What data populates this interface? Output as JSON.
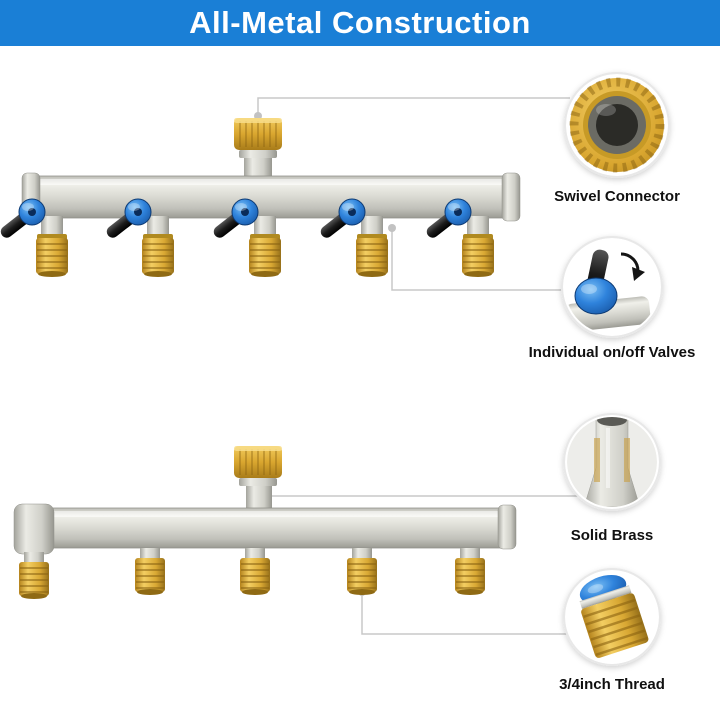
{
  "banner": {
    "title": "All-Metal Construction"
  },
  "theme": {
    "banner_blue": "#1a7fd6",
    "brass_gold": "#d9a62f",
    "valve_blue": "#2f83dc",
    "metal_silver": "#d9d9d2",
    "leader_gray": "#c8c8c8",
    "label_black": "#101010"
  },
  "callouts": [
    {
      "id": "swivel-connector",
      "label": "Swivel Connector"
    },
    {
      "id": "on-off-valves",
      "label": "Individual on/off Valves"
    },
    {
      "id": "solid-brass",
      "label": "Solid Brass"
    },
    {
      "id": "thread",
      "label": "3/4inch Thread"
    }
  ]
}
